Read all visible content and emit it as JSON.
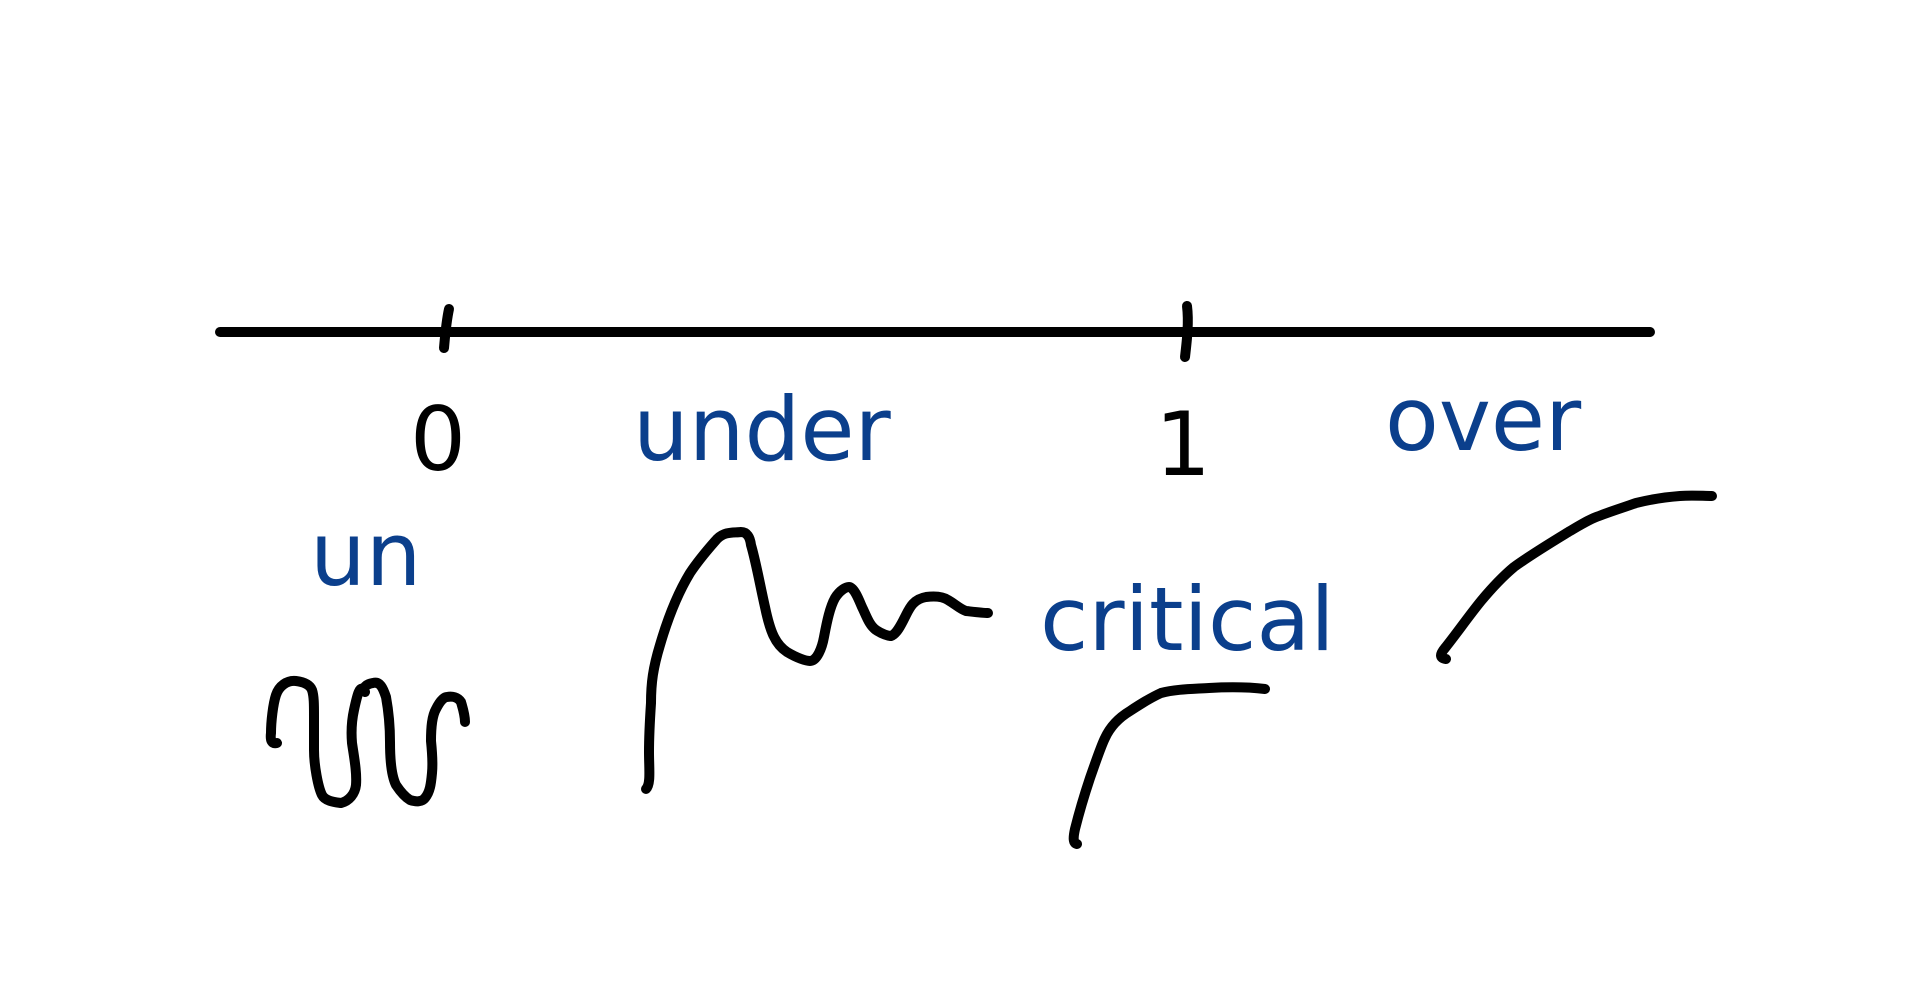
{
  "colors": {
    "black_ink": "#000000",
    "blue_ink": "#0b3f8c"
  },
  "number_line": {
    "tick_labels": [
      "0",
      "1"
    ]
  },
  "regions": [
    {
      "label": "under",
      "example_label": "un"
    },
    {
      "label": "critical"
    },
    {
      "label": "over"
    }
  ]
}
